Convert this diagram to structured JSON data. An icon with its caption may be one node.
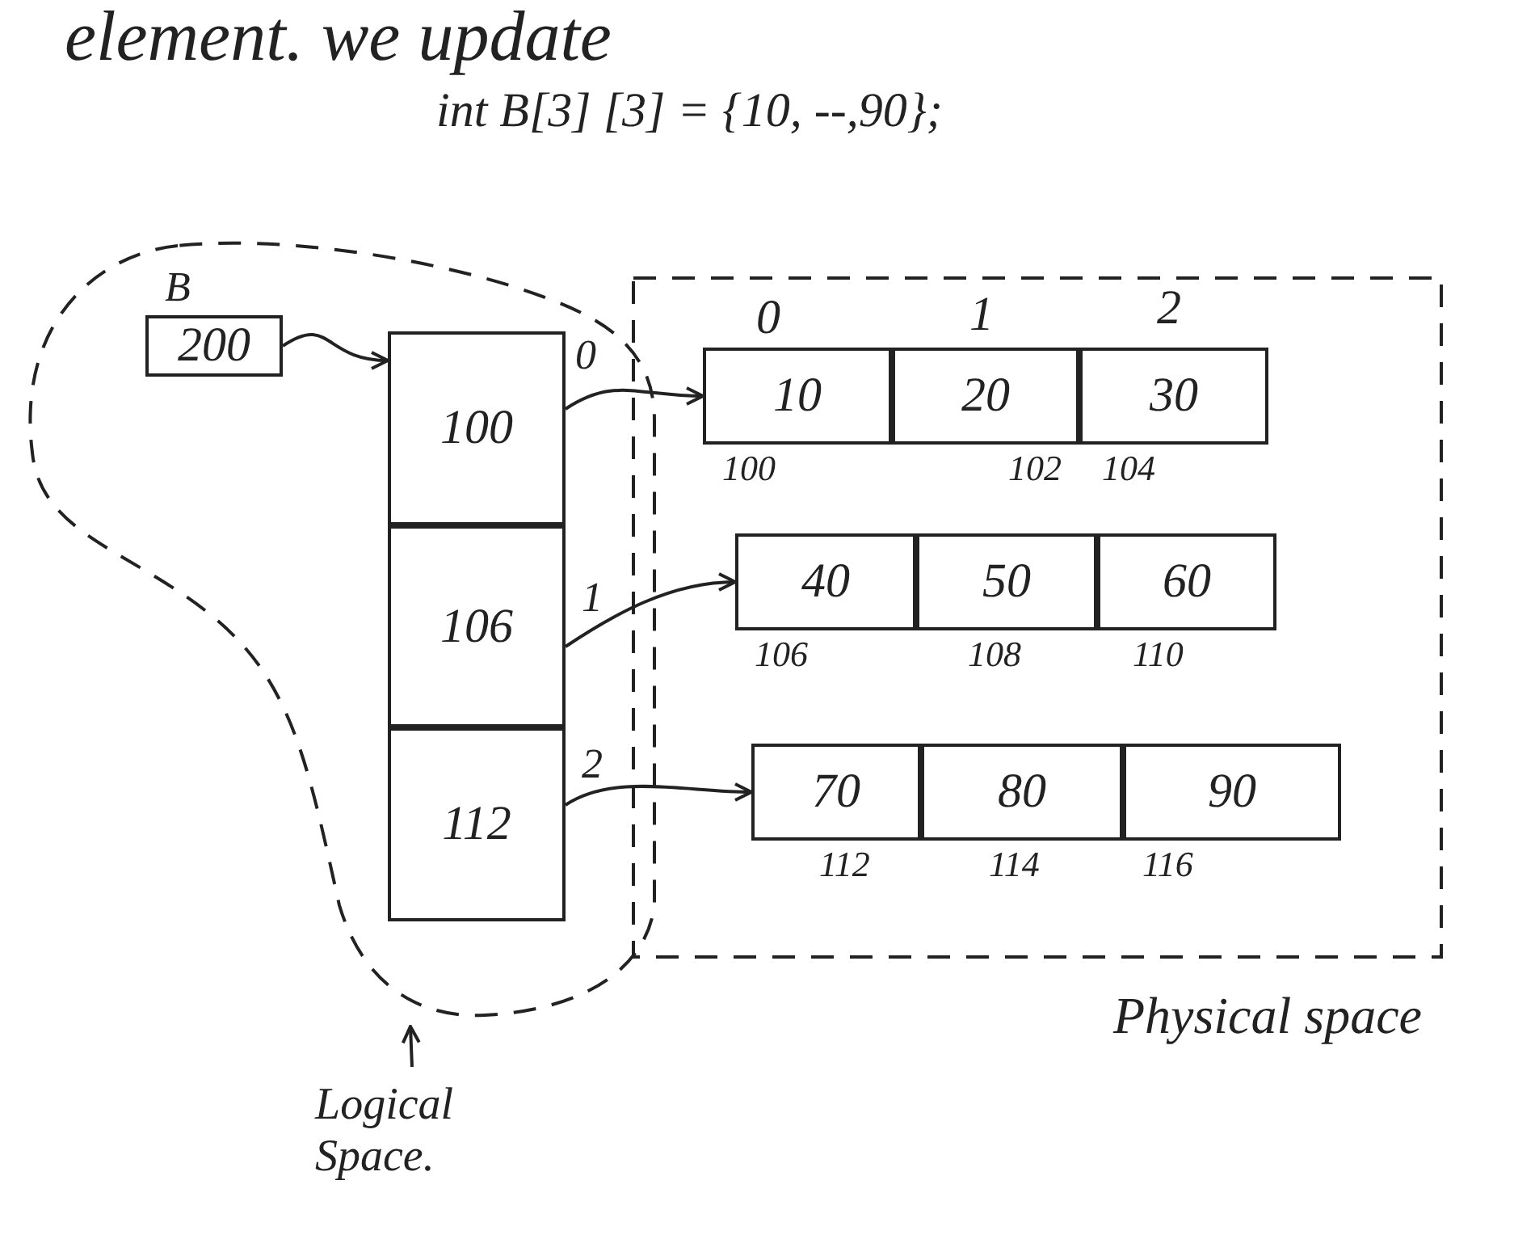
{
  "diagram": {
    "nodes": [
      {
        "text": [],
        "shape": "cloud"
      },
      {
        "text": [
          "Physical space"
        ]
      },
      {
        "text": [
          "200"
        ],
        "beside": [
          "B"
        ],
        "in": 0
      },
      {
        "text": [
          "100"
        ],
        "beside": [
          "0"
        ],
        "in": 0
      },
      {
        "text": [
          "106"
        ],
        "beside": [
          "1"
        ],
        "in": 0
      },
      {
        "text": [
          "112"
        ],
        "beside": [
          "2"
        ],
        "in": 0
      },
      {
        "text": [
          "10"
        ],
        "beside": [
          "100"
        ],
        "in": 1
      },
      {
        "text": [
          "20"
        ],
        "beside": [
          "102"
        ],
        "in": 1
      },
      {
        "text": [
          "30"
        ],
        "beside": [
          "104"
        ],
        "in": 1
      },
      {
        "text": [
          "40"
        ],
        "beside": [
          "106"
        ],
        "in": 1
      },
      {
        "text": [
          "50"
        ],
        "beside": [
          "108"
        ],
        "in": 1
      },
      {
        "text": [
          "60"
        ],
        "beside": [
          "110"
        ],
        "in": 1
      },
      {
        "text": [
          "70"
        ],
        "beside": [
          "112"
        ],
        "in": 1
      },
      {
        "text": [
          "80"
        ],
        "beside": [
          "114"
        ],
        "in": 1
      },
      {
        "text": [
          "90"
        ],
        "beside": [
          "116"
        ],
        "in": 1
      },
      {
        "text": [
          "Logical Space."
        ]
      }
    ],
    "edges": [
      {
        "from": 2,
        "to": 3,
        "arrow": "to"
      },
      {
        "from": 3,
        "to": 6,
        "arrow": "to"
      },
      {
        "from": 4,
        "to": 9,
        "arrow": "to"
      },
      {
        "from": 5,
        "to": 12,
        "arrow": "to"
      },
      {
        "from": 15,
        "to": 0,
        "arrow": "to"
      }
    ],
    "labels": [
      "element. we update",
      "int B[3] [3] = {10, --,90};",
      "0",
      "1",
      "2"
    ]
  }
}
